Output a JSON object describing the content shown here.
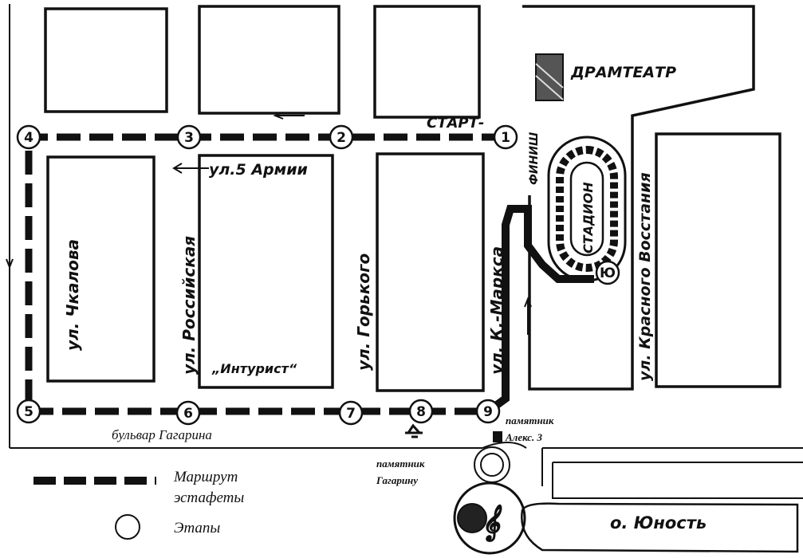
{
  "map": {
    "streets": {
      "armii": "ул.5 Армии",
      "chkalova": "ул. Чкалова",
      "rossiyskaya": "ул. Российская",
      "gorkogo": "ул. Горького",
      "marksa": "ул. К.-Маркса",
      "krasnogo": "ул. Красного Восстания",
      "boulevard": "бульвар Гагарина"
    },
    "places": {
      "dramteatr": "ДРАМТЕАТР",
      "stadium": "СТАДИОН",
      "inturist": "„Интурист“",
      "yunost": "о. Юность",
      "monument_alex": "памятник Алекс. 3",
      "monument_gagarin": "памятник Гагарину"
    },
    "route_labels": {
      "start": "СТАРТ-",
      "finish": "ФИНИШ"
    },
    "stages": [
      {
        "label": "1"
      },
      {
        "label": "2"
      },
      {
        "label": "3"
      },
      {
        "label": "4"
      },
      {
        "label": "5"
      },
      {
        "label": "6"
      },
      {
        "label": "7"
      },
      {
        "label": "8"
      },
      {
        "label": "9"
      },
      {
        "label": "Ю"
      }
    ]
  },
  "legend": {
    "route": "Маршрут эстафеты",
    "stages": "Этапы"
  }
}
